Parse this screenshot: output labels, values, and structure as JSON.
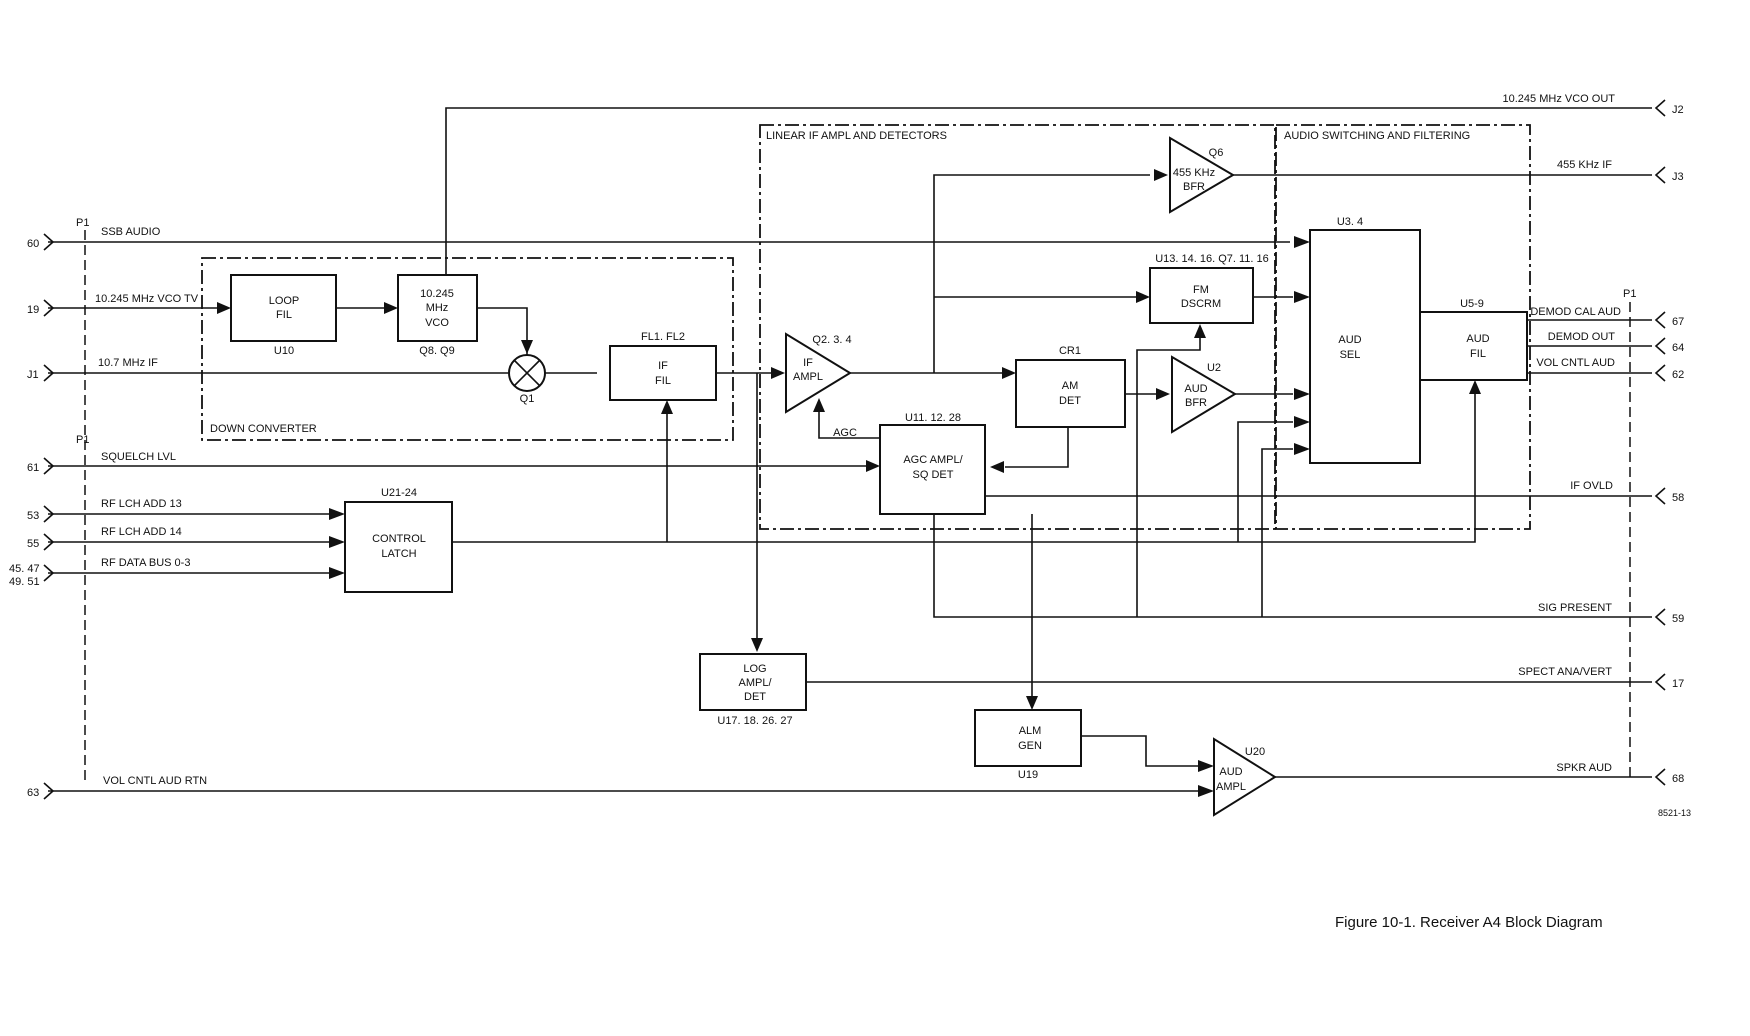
{
  "diagram": {
    "connectors": {
      "pin_60": "60",
      "pin_19": "19",
      "pin_j1": "J1",
      "pin_61": "61",
      "pin_53": "53",
      "pin_55": "55",
      "pin_45_47": "45. 47",
      "pin_49_51": "49. 51",
      "pin_63": "63",
      "pin_j2": "J2",
      "pin_j3": "J3",
      "pin_67": "67",
      "pin_64": "64",
      "pin_62": "62",
      "pin_58": "58",
      "pin_59": "59",
      "pin_17": "17",
      "pin_68": "68",
      "p1_left_top": "P1",
      "p1_left_mid": "P1",
      "p1_right": "P1"
    },
    "signals": {
      "ssb_audio": "SSB AUDIO",
      "vco_tv": "10.245 MHz VCO TV",
      "if_10_7": "10.7 MHz IF",
      "squelch_lvl": "SQUELCH LVL",
      "rf_lch_13": "RF LCH ADD 13",
      "rf_lch_14": "RF LCH ADD 14",
      "rf_data_bus": "RF DATA BUS 0-3",
      "vol_cntl_aud_rtn": "VOL CNTL AUD RTN",
      "vco_out": "10.245 MHz VCO OUT",
      "if_455": "455 KHz IF",
      "demod_cal_aud": "DEMOD CAL AUD",
      "demod_out": "DEMOD OUT",
      "vol_cntl_aud": "VOL CNTL AUD",
      "if_ovld": "IF OVLD",
      "sig_present": "SIG PRESENT",
      "spect_ana_vert": "SPECT ANA/VERT",
      "spkr_aud": "SPKR AUD",
      "agc": "AGC"
    },
    "blocks": {
      "loop_fil": [
        "LOOP",
        "FIL"
      ],
      "loop_fil_ref": "U10",
      "vco": [
        "10.245",
        "MHz",
        "VCO"
      ],
      "vco_ref": "Q8. Q9",
      "mixer_ref": "Q1",
      "if_fil": [
        "IF",
        "FIL"
      ],
      "if_fil_ref": "FL1. FL2",
      "if_ampl": [
        "IF",
        "AMPL"
      ],
      "if_ampl_ref": "Q2. 3. 4",
      "bfr_455": [
        "455 KHz",
        "BFR"
      ],
      "bfr_455_ref": "Q6",
      "fm_dscrm": [
        "FM",
        "DSCRM"
      ],
      "fm_dscrm_ref": "U13. 14. 16. Q7. 11. 16",
      "am_det": [
        "AM",
        "DET"
      ],
      "am_det_ref": "CR1",
      "aud_bfr": [
        "AUD",
        "BFR"
      ],
      "aud_bfr_ref": "U2",
      "agc_ampl": [
        "AGC AMPL/",
        "SQ DET"
      ],
      "agc_ampl_ref": "U11. 12. 28",
      "aud_sel": [
        "AUD",
        "SEL"
      ],
      "aud_sel_ref": "U3. 4",
      "aud_fil": [
        "AUD",
        "FIL"
      ],
      "aud_fil_ref": "U5-9",
      "control_latch": [
        "CONTROL",
        "LATCH"
      ],
      "control_latch_ref": "U21-24",
      "log_ampl": [
        "LOG",
        "AMPL/",
        "DET"
      ],
      "log_ampl_ref": "U17. 18. 26. 27",
      "alm_gen": [
        "ALM",
        "GEN"
      ],
      "alm_gen_ref": "U19",
      "aud_ampl": [
        "AUD",
        "AMPL"
      ],
      "aud_ampl_ref": "U20"
    },
    "sections": {
      "down_converter": "DOWN CONVERTER",
      "linear_if": "LINEAR IF AMPL AND DETECTORS",
      "audio_switching": "AUDIO SWITCHING AND FILTERING"
    },
    "drawing_number": "8521-13",
    "caption": "Figure 10-1.   Receiver A4 Block Diagram"
  }
}
